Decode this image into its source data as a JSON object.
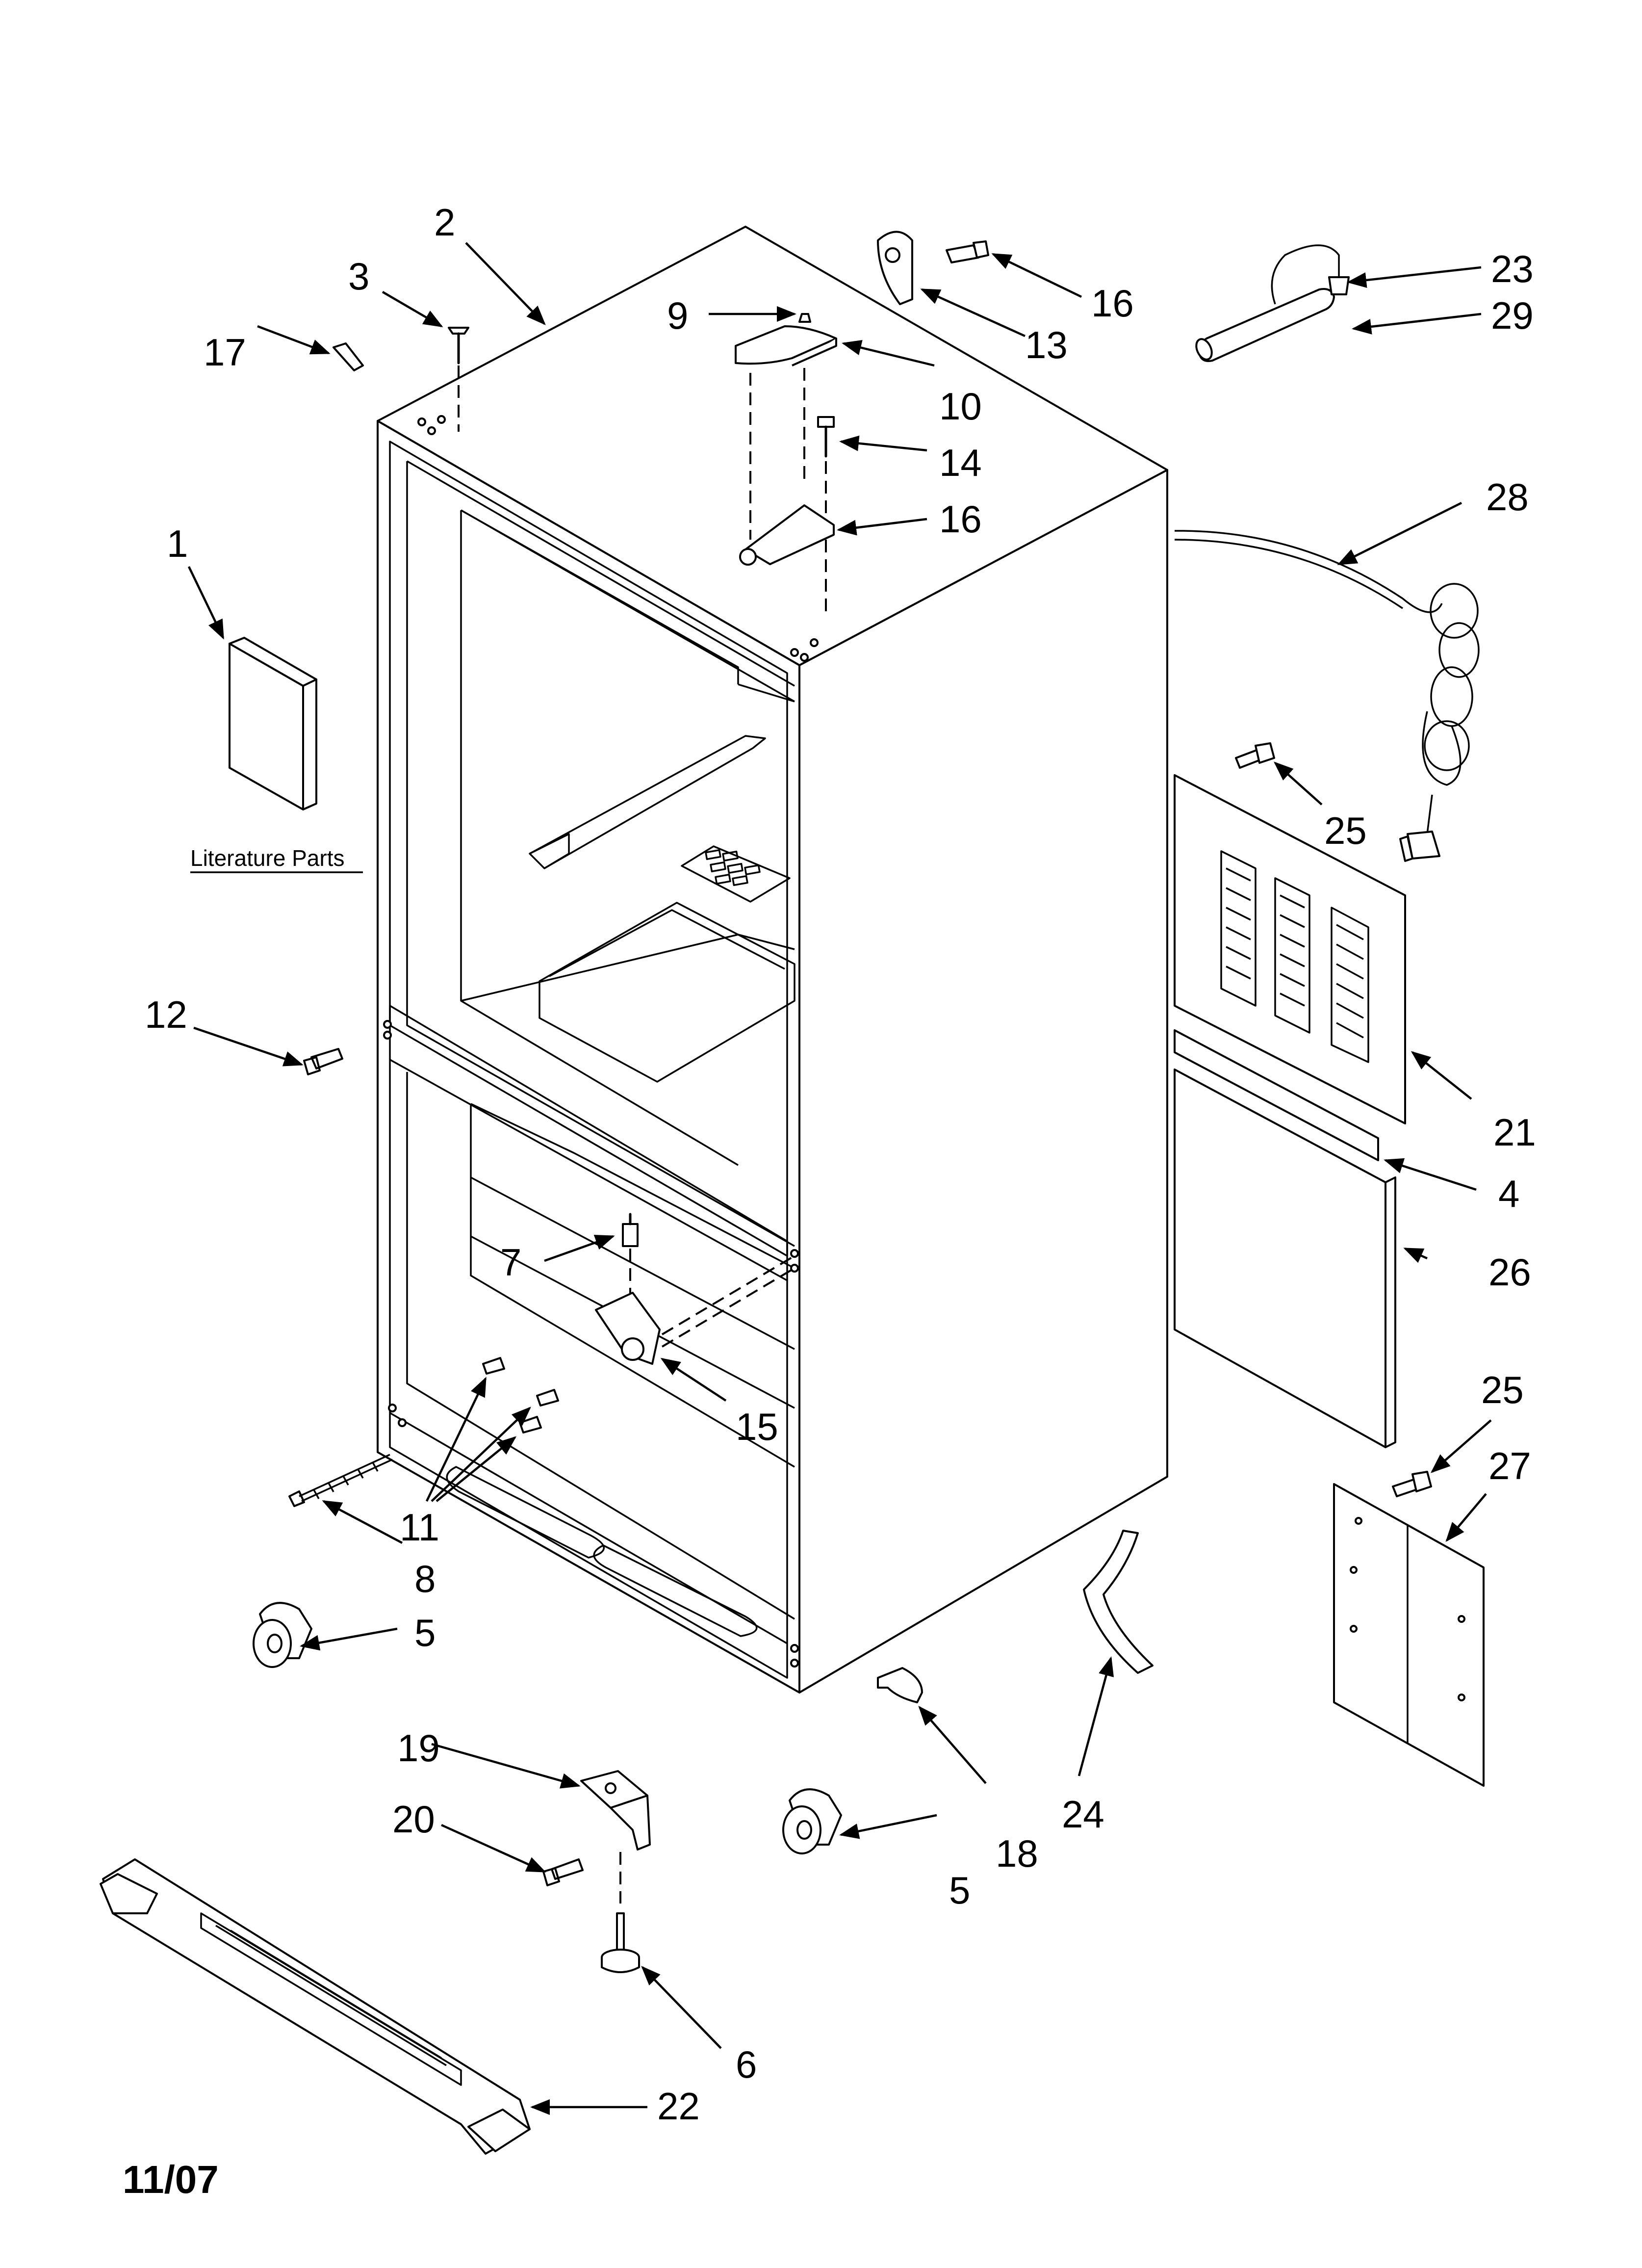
{
  "diagram": {
    "callouts": [
      "1",
      "2",
      "3",
      "4",
      "5",
      "5",
      "6",
      "7",
      "8",
      "9",
      "10",
      "11",
      "12",
      "13",
      "14",
      "15",
      "16",
      "16",
      "17",
      "18",
      "19",
      "20",
      "21",
      "22",
      "23",
      "24",
      "25",
      "25",
      "26",
      "27",
      "28",
      "29"
    ],
    "literature_label": "Literature Parts",
    "date_code": "11/07"
  }
}
